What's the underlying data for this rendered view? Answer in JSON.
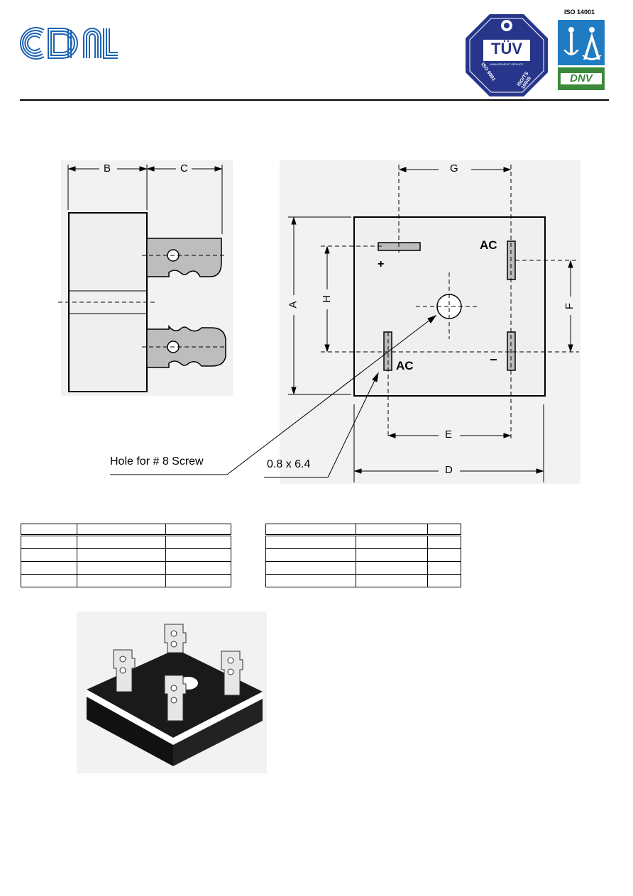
{
  "header": {
    "company_logo_text": "CDIL",
    "tuv_badge": {
      "main": "TÜV",
      "sub": "MANAGEMENT SERVICE",
      "left": "ISO 9001",
      "right": "ISO/TS 16949"
    },
    "iso14001_label": "ISO 14001",
    "dnv_label": "DNV"
  },
  "side_view": {
    "dim_b": "B",
    "dim_c": "C"
  },
  "top_view": {
    "dim_a": "A",
    "dim_h": "H",
    "dim_g": "G",
    "dim_f": "F",
    "dim_e": "E",
    "dim_d": "D",
    "pin_plus": "+",
    "pin_minus": "−",
    "pin_ac_top": "AC",
    "pin_ac_bottom": "AC",
    "callout_hole": "Hole for # 8 Screw",
    "callout_terminal": "0.8 x 6.4"
  },
  "colors": {
    "logo_blue": "#1d63b1",
    "tuv_navy": "#27368a",
    "anchor_blue": "#1f7bc2",
    "dnv_green": "#3a8a3a",
    "package_black": "#1a1a1a"
  }
}
